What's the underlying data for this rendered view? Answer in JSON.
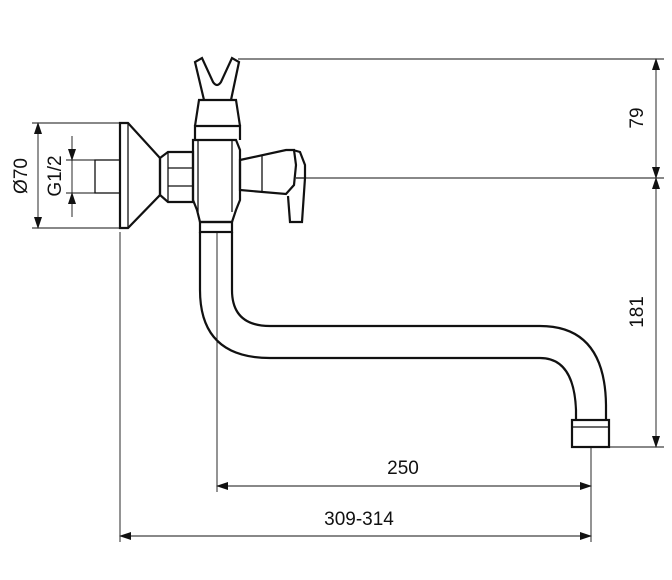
{
  "dimensions": {
    "height_top": "79",
    "height_bottom": "181",
    "spout_reach": "250",
    "total_reach": "309-314",
    "rosette_diameter": "Ø70",
    "thread_size": "G1/2"
  }
}
